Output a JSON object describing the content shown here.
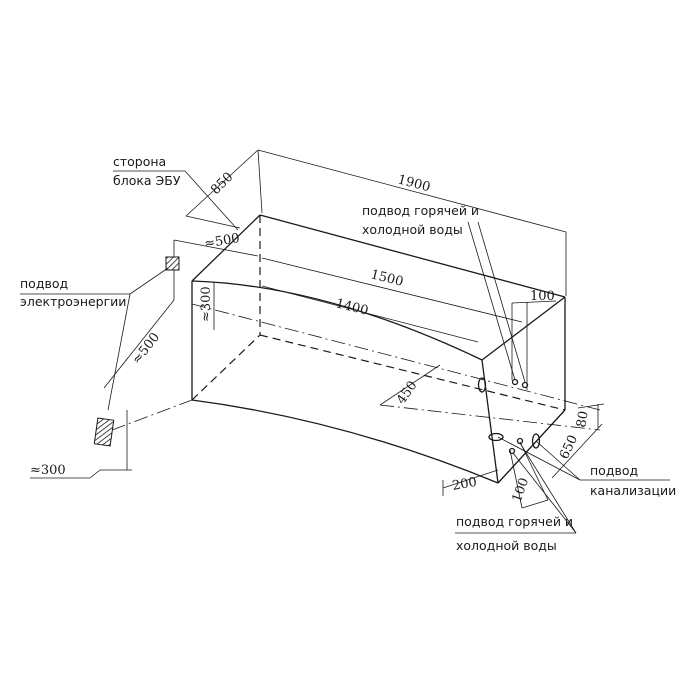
{
  "labels": {
    "ebu_side_line1": "сторона",
    "ebu_side_line2": "блока ЭБУ",
    "power_line1": "подвод",
    "power_line2": "электроэнергии",
    "water_top_line1": "подвод горячей и",
    "water_top_line2": "холодной воды",
    "sewer_line1": "подвод",
    "sewer_line2": "канализации",
    "water_bottom_line1": "подвод горячей и",
    "water_bottom_line2": "холодной воды"
  },
  "dimensions": {
    "d850": "850",
    "d1900": "1900",
    "d500_top": "≈500",
    "d1500": "1500",
    "d1400": "1400",
    "d300_top": "≈300",
    "d100_top": "100",
    "d500_left": "≈500",
    "d300_left": "≈300",
    "d450": "450",
    "d80": "80",
    "d650": "650",
    "d200": "200",
    "d100_bottom": "100"
  }
}
